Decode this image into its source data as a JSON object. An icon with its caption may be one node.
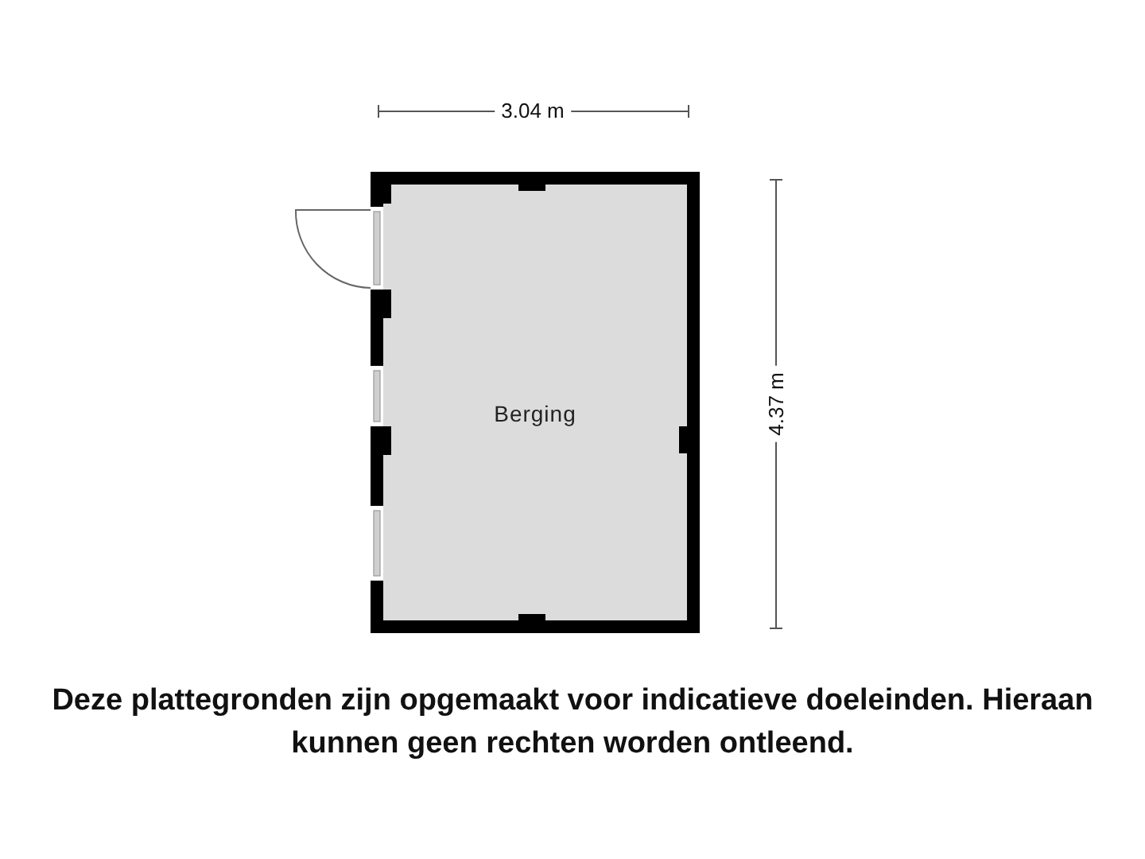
{
  "diagram": {
    "caption": "Deze plattegronden zijn opgemaakt voor indicatieve doeleinden. Hieraan kunnen geen rechten worden ontleend.",
    "nodes": [
      {
        "text": [
          "Berging"
        ]
      }
    ],
    "labels": [
      "3.04 m",
      "4.37 m"
    ]
  }
}
